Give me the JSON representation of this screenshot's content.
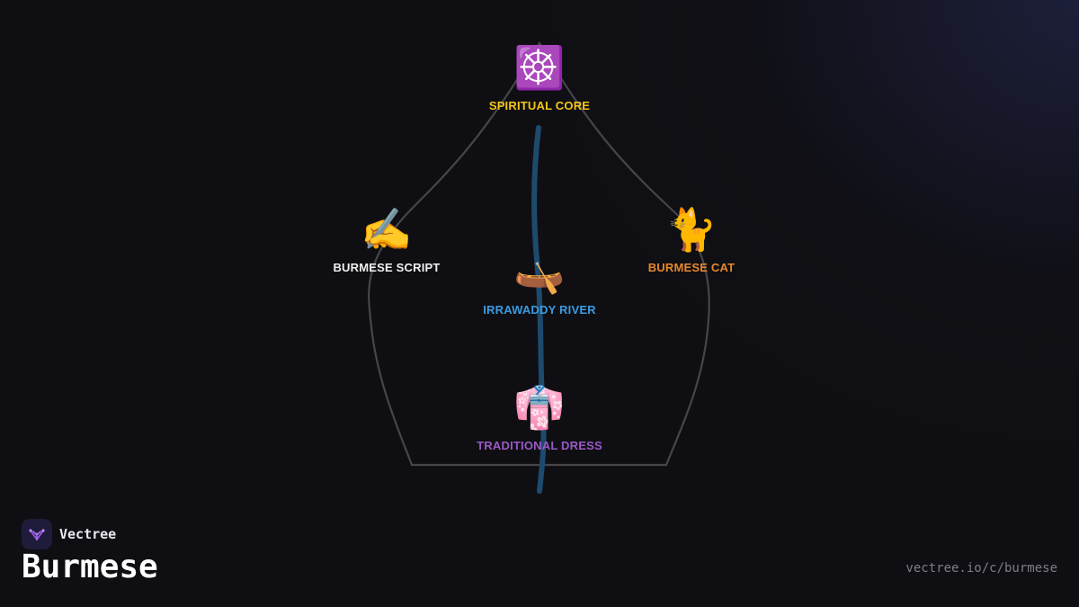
{
  "brand": {
    "name": "Vectree"
  },
  "title": "Burmese",
  "url": "vectree.io/c/burmese",
  "colors": {
    "background": "#0f0f13",
    "outline": "#45454a",
    "river": "#1e4a6e",
    "spiritual": "#f5c518",
    "script": "#f0f0f0",
    "cat": "#e8882a",
    "river_label": "#3b9be0",
    "dress": "#9b59c6"
  },
  "nodes": {
    "spiritual": {
      "icon": "wheel-of-dharma-icon",
      "emoji": "☸️",
      "label": "SPIRITUAL CORE"
    },
    "script": {
      "icon": "writing-hand-icon",
      "emoji": "✍️",
      "label": "BURMESE SCRIPT"
    },
    "cat": {
      "icon": "cat-icon",
      "emoji": "🐈",
      "label": "BURMESE CAT"
    },
    "river": {
      "icon": "canoe-icon",
      "emoji": "🛶",
      "label": "IRRAWADDY RIVER"
    },
    "dress": {
      "icon": "kimono-icon",
      "emoji": "👘",
      "label": "TRADITIONAL DRESS"
    }
  }
}
